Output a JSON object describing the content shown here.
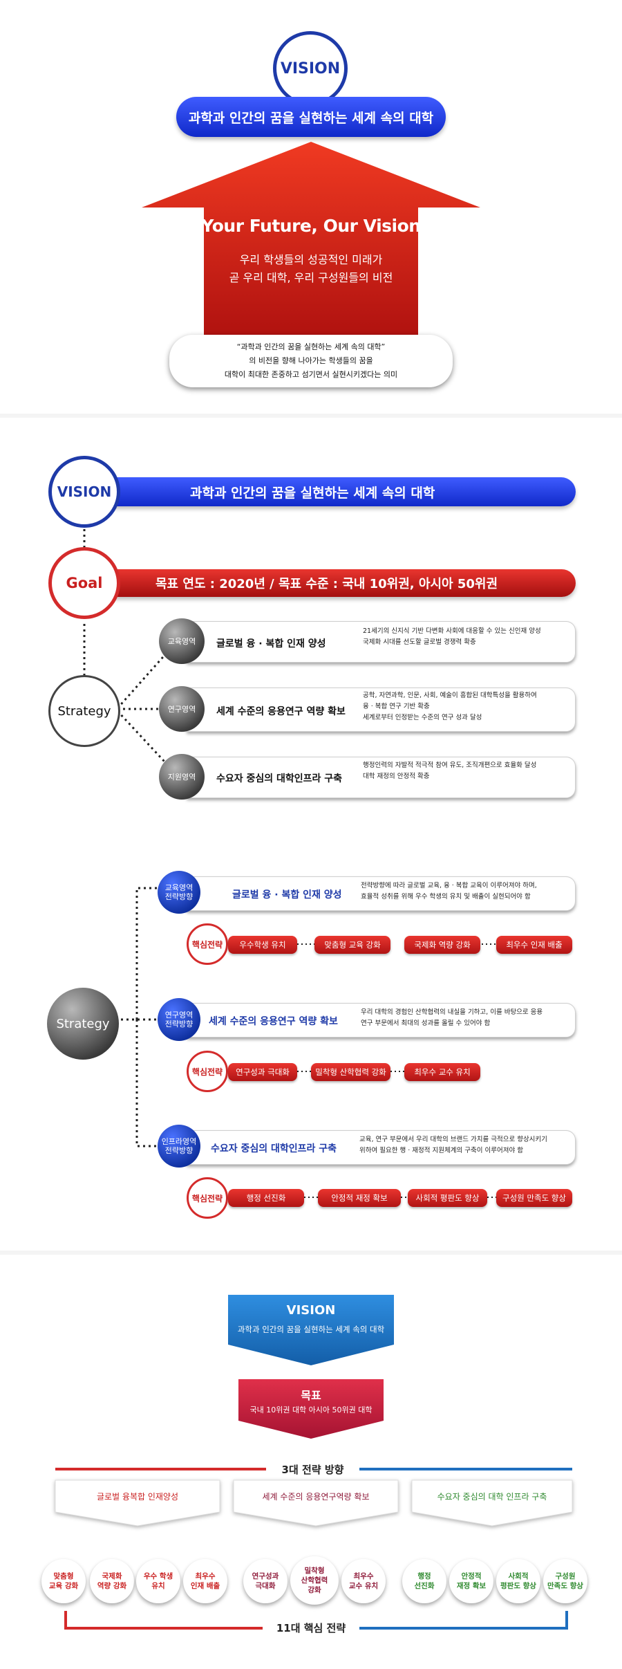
{
  "section1": {
    "vision_label": "VISION",
    "vision_text": "과학과 인간의 꿈을 실현하는 세계 속의 대학",
    "arrow_title": "Your Future, Our Vision",
    "arrow_line1": "우리 학생들의 성공적인 미래가",
    "arrow_line2": "곧 우리 대학, 우리 구성원들의 비전",
    "box_line1": "“과학과 인간의 꿈을 실현하는 세계 속의 대학”",
    "box_line2": "의 비전을 향해 나아가는 학생들의 꿈을",
    "box_line3": "대학이 최대한 존중하고 섬기면서 실현시키겠다는 의미"
  },
  "section2": {
    "vision_label": "VISION",
    "vision_text": "과학과 인간의 꿈을 실현하는 세계 속의 대학",
    "goal_label": "Goal",
    "goal_text": "목표 연도 : 2020년 / 목표 수준 : 국내 10위권, 아시아 50위권",
    "strategy_label": "Strategy",
    "areas": [
      {
        "area": "교육영역",
        "title": "글로벌 융 · 복합 인재 양성",
        "desc1": "21세기의 신지식 기반 다변화 사회에 대응할 수 있는 신인재 양성",
        "desc2": "국제화 시대를 선도할 글로벌 경쟁력 확충",
        "desc3": ""
      },
      {
        "area": "연구영역",
        "title": "세계 수준의 응용연구 역량 확보",
        "desc1": "공학, 자연과학, 인문, 사회, 예술이 흥합된 대학특성을 활용하여",
        "desc2": "융 · 복합 연구 기반 확충",
        "desc3": "세계로부터 인정받는 수준의 연구 성과 달성"
      },
      {
        "area": "지원영역",
        "title": "수요자 중심의 대학인프라 구축",
        "desc1": "행정인력의 자발적 적극적 참여 유도, 조직개편으로 효율화 달성",
        "desc2": "대학 재정의 안정적 확충",
        "desc3": ""
      }
    ]
  },
  "section3": {
    "strategy_label": "Strategy",
    "key_label": "핵심전략",
    "groups": [
      {
        "area1": "교육영역",
        "area2": "전략방향",
        "title": "글로벌 융 · 복합 인재 양성",
        "desc1": "전략방향에 따라 글로벌 교육, 융 · 복합 교육이 이루어져야 하며,",
        "desc2": "효율적 성취를 위해 우수 학생의 유치 및 배출이 실현되어야 함",
        "tags": [
          "우수학생 유치",
          "맞춤형 교육 강화",
          "국제화 역량 강화",
          "최우수 인재 배출"
        ]
      },
      {
        "area1": "연구영역",
        "area2": "전략방향",
        "title": "세계 수준의 응용연구 역량 확보",
        "desc1": "우리 대학의 경험인 산학협력의 내실을 기하고, 이를 바탕으로 응용",
        "desc2": "연구 부문에서 최대의 성과를 올릴 수 있어야 함",
        "tags": [
          "연구성과 극대화",
          "밀착형 산학협력 강화",
          "최우수 교수 유치"
        ]
      },
      {
        "area1": "인프라영역",
        "area2": "전략방향",
        "title": "수요자 중심의 대학인프라 구축",
        "desc1": "교육, 연구 부문에서 우리 대학의 브랜드 가치를 극적으로 향상시키기",
        "desc2": "위하여 필요한 행 · 재정적 지원체계의 구축이 이루어져야 함",
        "tags": [
          "행정 선진화",
          "안정적 재정 확보",
          "사회적 평판도 향상",
          "구성원 만족도 향상"
        ]
      }
    ]
  },
  "section4": {
    "vision_label": "VISION",
    "vision_text": "과학과 인간의 꿈을 실현하는 세계 속의 대학",
    "goal_label": "목표",
    "goal_text": "국내 10위권 대학 아시아 50위권 대학",
    "directions_title": "3대 전략 방향",
    "directions": [
      "글로벌 융복합 인재양성",
      "세계 수준의 응용연구역량 확보",
      "수요자 중심의 대학 인프라 구축"
    ],
    "core_title": "11대 핵심 전략",
    "circles_red": [
      [
        "맞춤형",
        "교육 강화"
      ],
      [
        "국제화",
        "역량 강화"
      ],
      [
        "우수 학생",
        "유치"
      ],
      [
        "최우수",
        "인재 배출"
      ]
    ],
    "circles_purple": [
      [
        "연구성과",
        "극대화"
      ],
      [
        "밀착형",
        "산학협력",
        "강화"
      ],
      [
        "최우수",
        "교수 유치"
      ]
    ],
    "circles_green": [
      [
        "행정",
        "선진화"
      ],
      [
        "안정적",
        "재정 확보"
      ],
      [
        "사회적",
        "평판도 향상"
      ],
      [
        "구성원",
        "만족도 향상"
      ]
    ]
  },
  "colors": {
    "blue": "#1e3aa8",
    "red": "#d42b2b",
    "green": "#2f8a2f",
    "purple": "#8f1b3a",
    "steel": "#1f74c4"
  }
}
